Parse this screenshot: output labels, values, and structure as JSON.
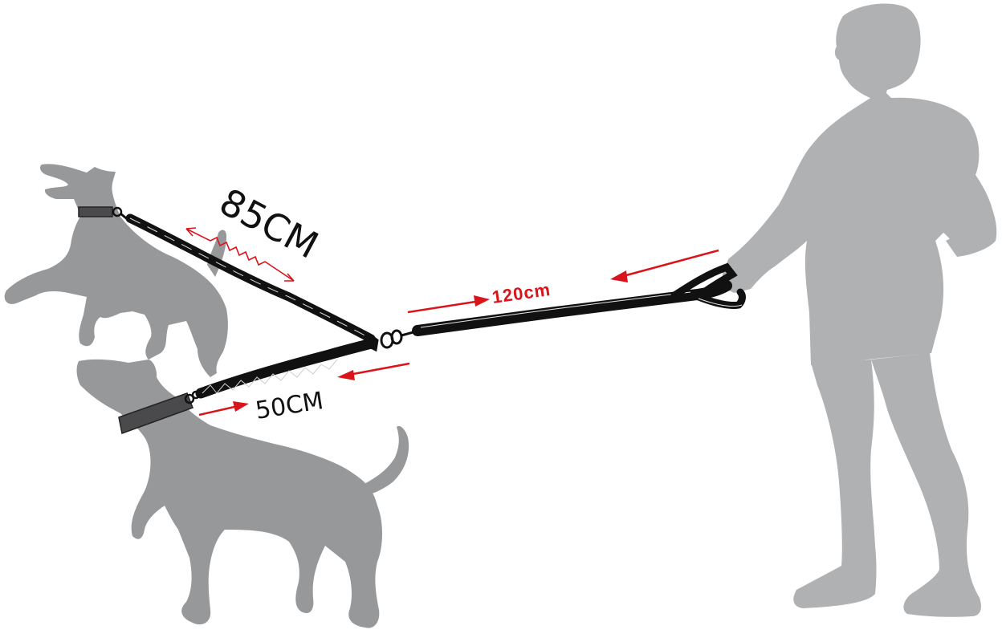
{
  "scene": {
    "description": "Dual dog leash size diagram",
    "colors": {
      "background": "#ffffff",
      "person_silhouette": "#b0b1b3",
      "dog_silhouette": "#97989a",
      "leash": "#111111",
      "collar": "#4a4a4c",
      "measurement_arrow": "#d9141b",
      "label_text": "#111111"
    }
  },
  "measurements": {
    "upper_bungee": {
      "label": "85CM",
      "color": "#111111"
    },
    "lower_bungee": {
      "label": "50CM",
      "color": "#111111"
    },
    "main_leash": {
      "label": "120cm",
      "color": "#d9141b"
    }
  },
  "figures": {
    "upper_dog": "jumping-dog-silhouette",
    "lower_dog": "standing-dog-silhouette",
    "person": "person-silhouette"
  }
}
